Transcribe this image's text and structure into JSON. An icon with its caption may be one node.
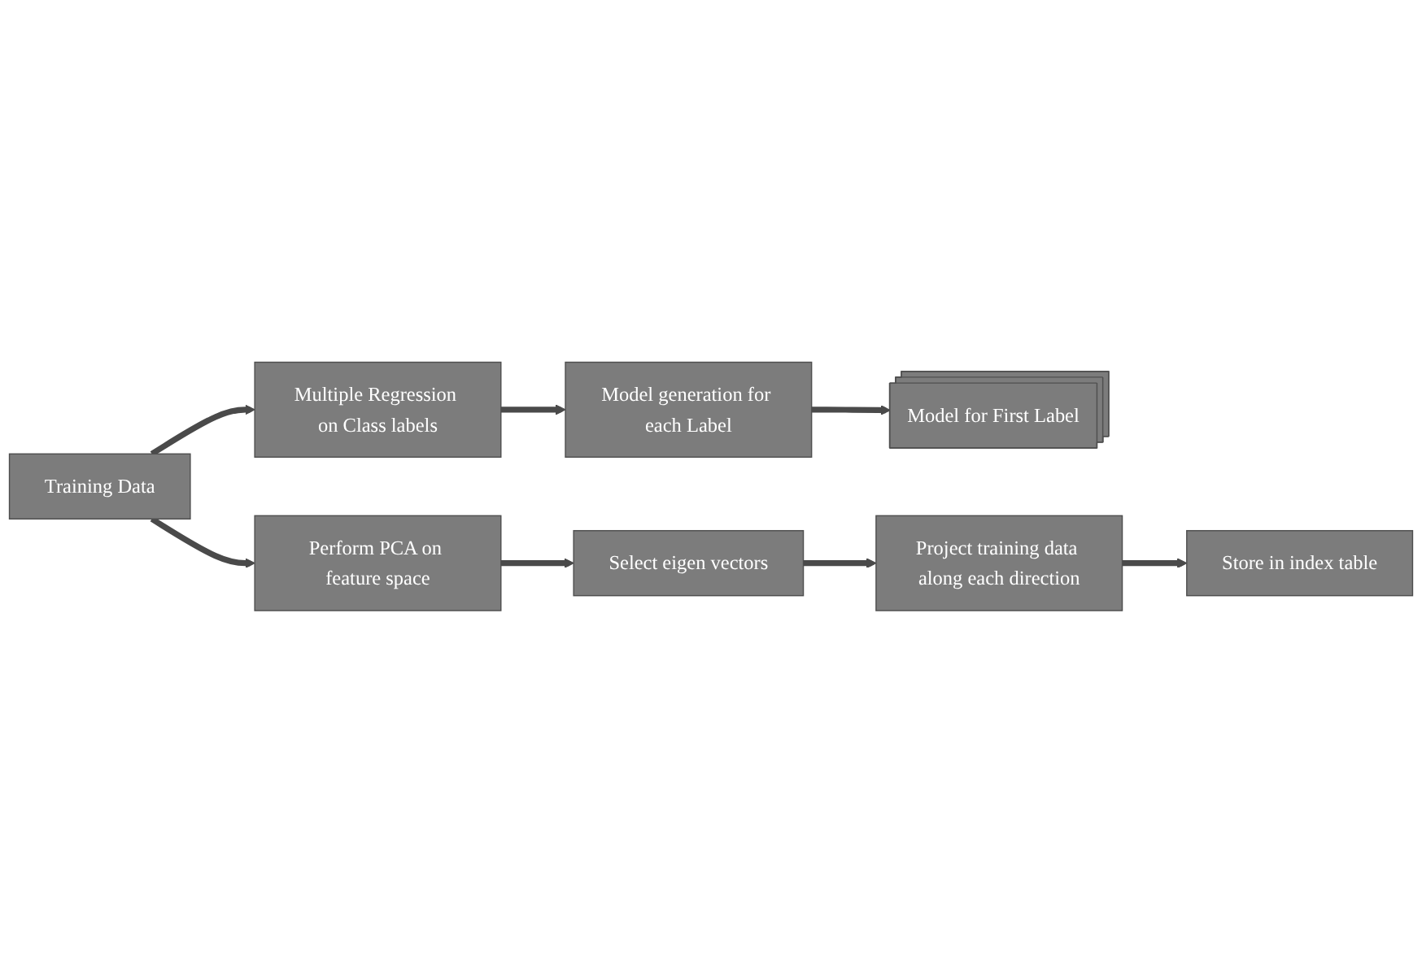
{
  "diagram": {
    "nodes": [
      {
        "text": [
          "Training Data"
        ]
      },
      {
        "text": [
          "Multiple Regression on Class labels"
        ]
      },
      {
        "text": [
          "Model generation for each Label"
        ]
      },
      {
        "text": [
          "Model for First Label"
        ]
      },
      {
        "text": [
          "Perform PCA on feature space"
        ]
      },
      {
        "text": [
          "Select eigen vectors"
        ]
      },
      {
        "text": [
          "Project training data along each direction"
        ]
      },
      {
        "text": [
          "Store in index table"
        ]
      }
    ],
    "edges": [
      {
        "from": 0,
        "to": 1,
        "arrow": "to"
      },
      {
        "from": 1,
        "to": 2,
        "arrow": "to"
      },
      {
        "from": 2,
        "to": 3,
        "arrow": "to"
      },
      {
        "from": 0,
        "to": 4,
        "arrow": "to"
      },
      {
        "from": 4,
        "to": 5,
        "arrow": "to"
      },
      {
        "from": 5,
        "to": 6,
        "arrow": "to"
      },
      {
        "from": 6,
        "to": 7,
        "arrow": "to"
      }
    ]
  }
}
